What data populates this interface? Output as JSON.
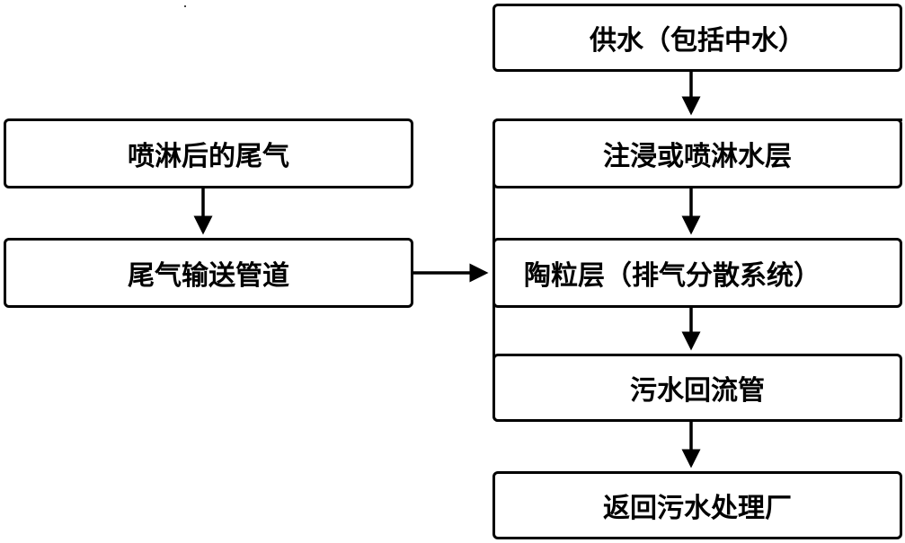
{
  "nodes": {
    "exhaust_after_spray": "喷淋后的尾气",
    "exhaust_pipeline": "尾气输送管道",
    "water_supply": "供水（包括中水）",
    "water_layer": "注浸或喷淋水层",
    "ceramsite_layer": "陶粒层（排气分散系统）",
    "sewage_return_pipe": "污水回流管",
    "return_to_plant": "返回污水处理厂"
  },
  "colors": {
    "stroke": "#000000",
    "background": "#ffffff"
  }
}
